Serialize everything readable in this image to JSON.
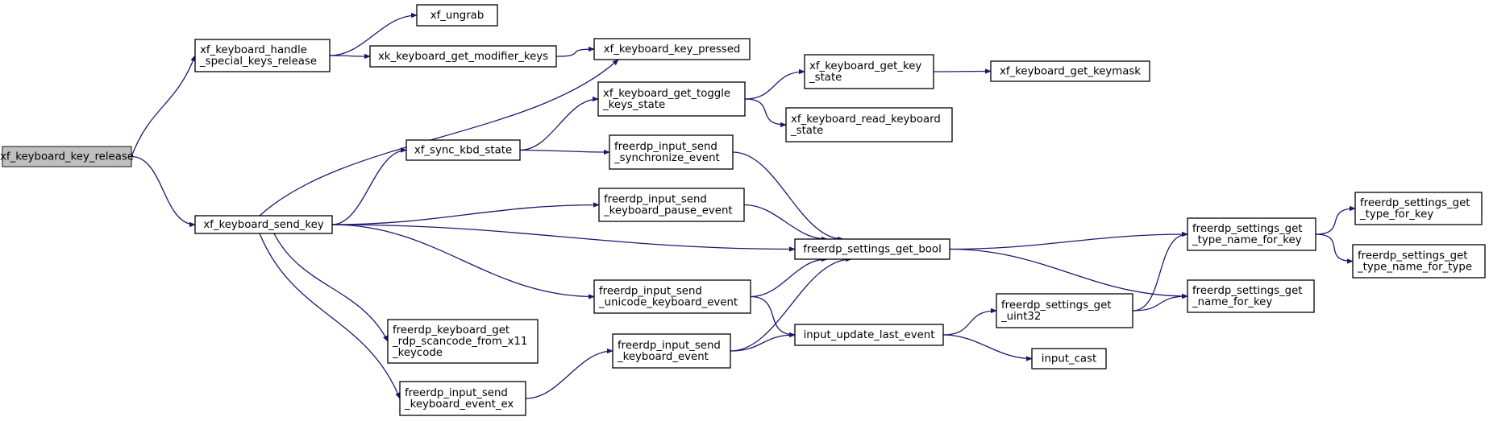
{
  "colors": {
    "edge": "#191970",
    "node_border": "#000000",
    "root_fill": "#bfbfbf",
    "node_fill": "#ffffff"
  },
  "nodes": {
    "xf_keyboard_key_release": {
      "lines": [
        "xf_keyboard_key_release"
      ]
    },
    "xf_keyboard_handle_special_keys_release": {
      "lines": [
        "xf_keyboard_handle",
        "_special_keys_release"
      ]
    },
    "xf_keyboard_send_key": {
      "lines": [
        "xf_keyboard_send_key"
      ]
    },
    "xf_ungrab": {
      "lines": [
        "xf_ungrab"
      ]
    },
    "xk_keyboard_get_modifier_keys": {
      "lines": [
        "xk_keyboard_get_modifier_keys"
      ]
    },
    "xf_keyboard_key_pressed": {
      "lines": [
        "xf_keyboard_key_pressed"
      ]
    },
    "xf_sync_kbd_state": {
      "lines": [
        "xf_sync_kbd_state"
      ]
    },
    "freerdp_keyboard_get_rdp_scancode_from_x11_keycode": {
      "lines": [
        "freerdp_keyboard_get",
        "_rdp_scancode_from_x11",
        "_keycode"
      ]
    },
    "freerdp_input_send_keyboard_event_ex": {
      "lines": [
        "freerdp_input_send",
        "_keyboard_event_ex"
      ]
    },
    "xf_keyboard_get_toggle_keys_state": {
      "lines": [
        "xf_keyboard_get_toggle",
        "_keys_state"
      ]
    },
    "freerdp_input_send_synchronize_event": {
      "lines": [
        "freerdp_input_send",
        "_synchronize_event"
      ]
    },
    "freerdp_input_send_keyboard_pause_event": {
      "lines": [
        "freerdp_input_send",
        "_keyboard_pause_event"
      ]
    },
    "freerdp_input_send_unicode_keyboard_event": {
      "lines": [
        "freerdp_input_send",
        "_unicode_keyboard_event"
      ]
    },
    "freerdp_input_send_keyboard_event": {
      "lines": [
        "freerdp_input_send",
        "_keyboard_event"
      ]
    },
    "xf_keyboard_get_key_state": {
      "lines": [
        "xf_keyboard_get_key",
        "_state"
      ]
    },
    "xf_keyboard_read_keyboard_state": {
      "lines": [
        "xf_keyboard_read_keyboard",
        "_state"
      ]
    },
    "freerdp_settings_get_bool": {
      "lines": [
        "freerdp_settings_get_bool"
      ]
    },
    "input_update_last_event": {
      "lines": [
        "input_update_last_event"
      ]
    },
    "xf_keyboard_get_keymask": {
      "lines": [
        "xf_keyboard_get_keymask"
      ]
    },
    "freerdp_settings_get_uint32": {
      "lines": [
        "freerdp_settings_get",
        "_uint32"
      ]
    },
    "input_cast": {
      "lines": [
        "input_cast"
      ]
    },
    "freerdp_settings_get_type_name_for_key": {
      "lines": [
        "freerdp_settings_get",
        "_type_name_for_key"
      ]
    },
    "freerdp_settings_get_name_for_key": {
      "lines": [
        "freerdp_settings_get",
        "_name_for_key"
      ]
    },
    "freerdp_settings_get_type_for_key": {
      "lines": [
        "freerdp_settings_get",
        "_type_for_key"
      ]
    },
    "freerdp_settings_get_type_name_for_type": {
      "lines": [
        "freerdp_settings_get",
        "_type_name_for_type"
      ]
    }
  },
  "edges": [
    [
      "xf_keyboard_key_release",
      "xf_keyboard_handle_special_keys_release"
    ],
    [
      "xf_keyboard_key_release",
      "xf_keyboard_send_key"
    ],
    [
      "xf_keyboard_handle_special_keys_release",
      "xf_ungrab"
    ],
    [
      "xf_keyboard_handle_special_keys_release",
      "xk_keyboard_get_modifier_keys"
    ],
    [
      "xk_keyboard_get_modifier_keys",
      "xf_keyboard_key_pressed"
    ],
    [
      "xf_keyboard_send_key",
      "xf_keyboard_key_pressed"
    ],
    [
      "xf_keyboard_send_key",
      "xf_sync_kbd_state"
    ],
    [
      "xf_keyboard_send_key",
      "freerdp_input_send_keyboard_pause_event"
    ],
    [
      "xf_keyboard_send_key",
      "freerdp_settings_get_bool"
    ],
    [
      "xf_keyboard_send_key",
      "freerdp_input_send_unicode_keyboard_event"
    ],
    [
      "xf_keyboard_send_key",
      "freerdp_keyboard_get_rdp_scancode_from_x11_keycode"
    ],
    [
      "xf_keyboard_send_key",
      "freerdp_input_send_keyboard_event_ex"
    ],
    [
      "xf_sync_kbd_state",
      "xf_keyboard_get_toggle_keys_state"
    ],
    [
      "xf_sync_kbd_state",
      "freerdp_input_send_synchronize_event"
    ],
    [
      "xf_keyboard_get_toggle_keys_state",
      "xf_keyboard_get_key_state"
    ],
    [
      "xf_keyboard_get_toggle_keys_state",
      "xf_keyboard_read_keyboard_state"
    ],
    [
      "xf_keyboard_get_key_state",
      "xf_keyboard_get_keymask"
    ],
    [
      "freerdp_input_send_synchronize_event",
      "freerdp_settings_get_bool"
    ],
    [
      "freerdp_input_send_keyboard_pause_event",
      "freerdp_settings_get_bool"
    ],
    [
      "freerdp_input_send_unicode_keyboard_event",
      "freerdp_settings_get_bool"
    ],
    [
      "freerdp_input_send_unicode_keyboard_event",
      "input_update_last_event"
    ],
    [
      "freerdp_input_send_keyboard_event_ex",
      "freerdp_input_send_keyboard_event"
    ],
    [
      "freerdp_input_send_keyboard_event",
      "freerdp_settings_get_bool"
    ],
    [
      "freerdp_input_send_keyboard_event",
      "input_update_last_event"
    ],
    [
      "freerdp_settings_get_bool",
      "freerdp_settings_get_type_name_for_key"
    ],
    [
      "freerdp_settings_get_bool",
      "freerdp_settings_get_name_for_key"
    ],
    [
      "input_update_last_event",
      "freerdp_settings_get_uint32"
    ],
    [
      "input_update_last_event",
      "input_cast"
    ],
    [
      "freerdp_settings_get_uint32",
      "freerdp_settings_get_type_name_for_key"
    ],
    [
      "freerdp_settings_get_uint32",
      "freerdp_settings_get_name_for_key"
    ],
    [
      "freerdp_settings_get_type_name_for_key",
      "freerdp_settings_get_type_for_key"
    ],
    [
      "freerdp_settings_get_type_name_for_key",
      "freerdp_settings_get_type_name_for_type"
    ]
  ]
}
